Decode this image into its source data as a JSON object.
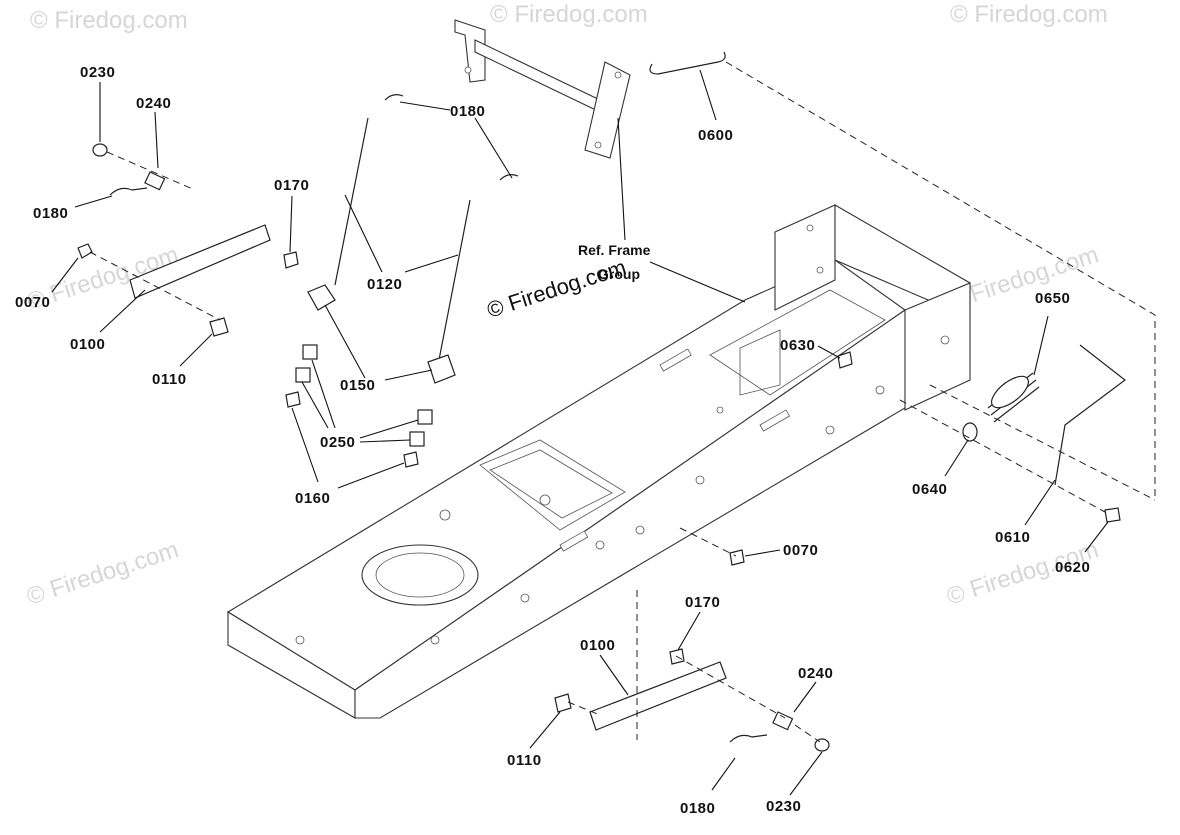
{
  "watermark": {
    "text": "© Firedog.com",
    "center_text": "© Firedog.com"
  },
  "reference": {
    "line1": "Ref. Frame",
    "line2": "Group"
  },
  "labels": {
    "l0230_top": "0230",
    "l0240_top": "0240",
    "l0180_left": "0180",
    "l0170_top": "0170",
    "l0070_left": "0070",
    "l0100_left": "0100",
    "l0110_left": "0110",
    "l0180_top": "0180",
    "l0120": "0120",
    "l0150": "0150",
    "l0250": "0250",
    "l0160": "0160",
    "l0600": "0600",
    "l0630": "0630",
    "l0650": "0650",
    "l0640": "0640",
    "l0610": "0610",
    "l0620": "0620",
    "l0070_mid": "0070",
    "l0170_bottom": "0170",
    "l0100_bottom": "0100",
    "l0240_bottom": "0240",
    "l0110_bottom": "0110",
    "l0230_bottom": "0230",
    "l0180_bottom": "0180"
  }
}
